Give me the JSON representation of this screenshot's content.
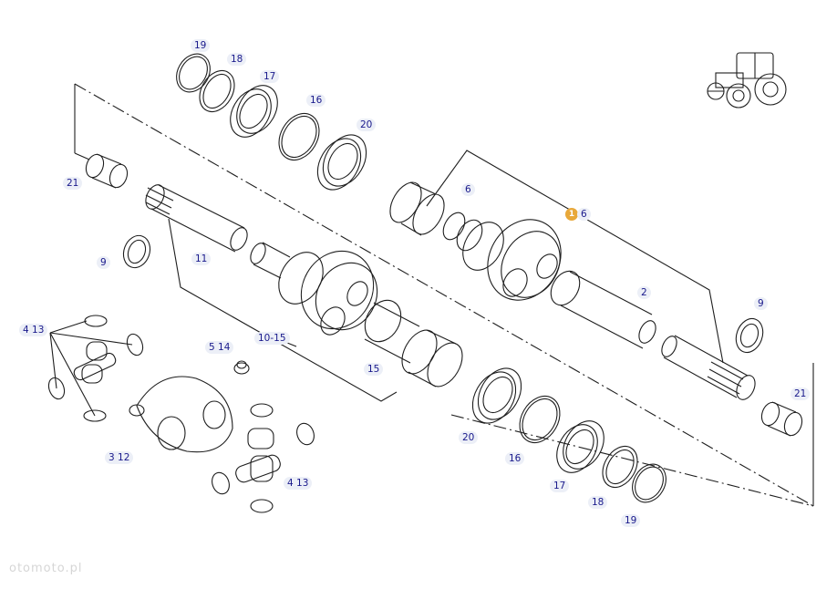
{
  "diagram": {
    "labels": {
      "p19a": "19",
      "p18a": "18",
      "p17a": "17",
      "p16a": "16",
      "p20a": "20",
      "p21a": "21",
      "p6": "6",
      "p1": "1",
      "p6b": "6",
      "p9a": "9",
      "p11": "11",
      "p2": "2",
      "p9b": "9",
      "p413a": "4 13",
      "p514": "5 14",
      "p1015": "10-15",
      "p15": "15",
      "p21b": "21",
      "p312": "3 12",
      "p20b": "20",
      "p16b": "16",
      "p17b": "17",
      "p18b": "18",
      "p19b": "19",
      "p413b": "4 13"
    },
    "watermark": "otomoto.pl"
  },
  "colors": {
    "line": "#1e1e1e",
    "label_text": "#1a1a8c",
    "label_bg": "#eceff7",
    "badge": "#e8a83a"
  }
}
